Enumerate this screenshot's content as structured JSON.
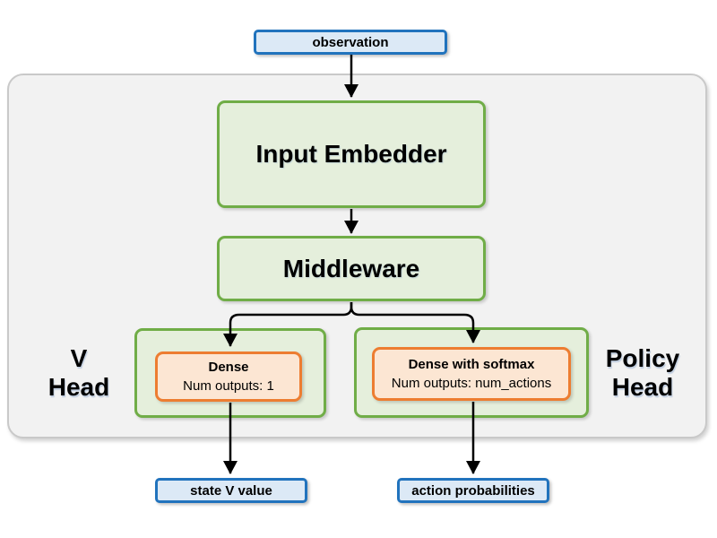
{
  "diagram": {
    "observation_label": "observation",
    "input_embedder_label": "Input Embedder",
    "middleware_label": "Middleware",
    "v_head": {
      "group_label_line1": "V",
      "group_label_line2": "Head",
      "layer_name": "Dense",
      "layer_detail": "Num outputs: 1",
      "output_label": "state V value"
    },
    "policy_head": {
      "group_label_line1": "Policy",
      "group_label_line2": "Head",
      "layer_name": "Dense with softmax",
      "layer_detail": "Num outputs: num_actions",
      "output_label": "action probabilities"
    },
    "colors": {
      "io_fill": "#dce9f6",
      "io_border": "#2173bd",
      "block_fill": "#e5efdc",
      "block_border": "#70ad47",
      "layer_fill": "#fce6d3",
      "layer_border": "#ed7d31",
      "container_fill": "#f2f2f2",
      "container_border": "#c9c9c9",
      "arrow": "#000000"
    }
  }
}
